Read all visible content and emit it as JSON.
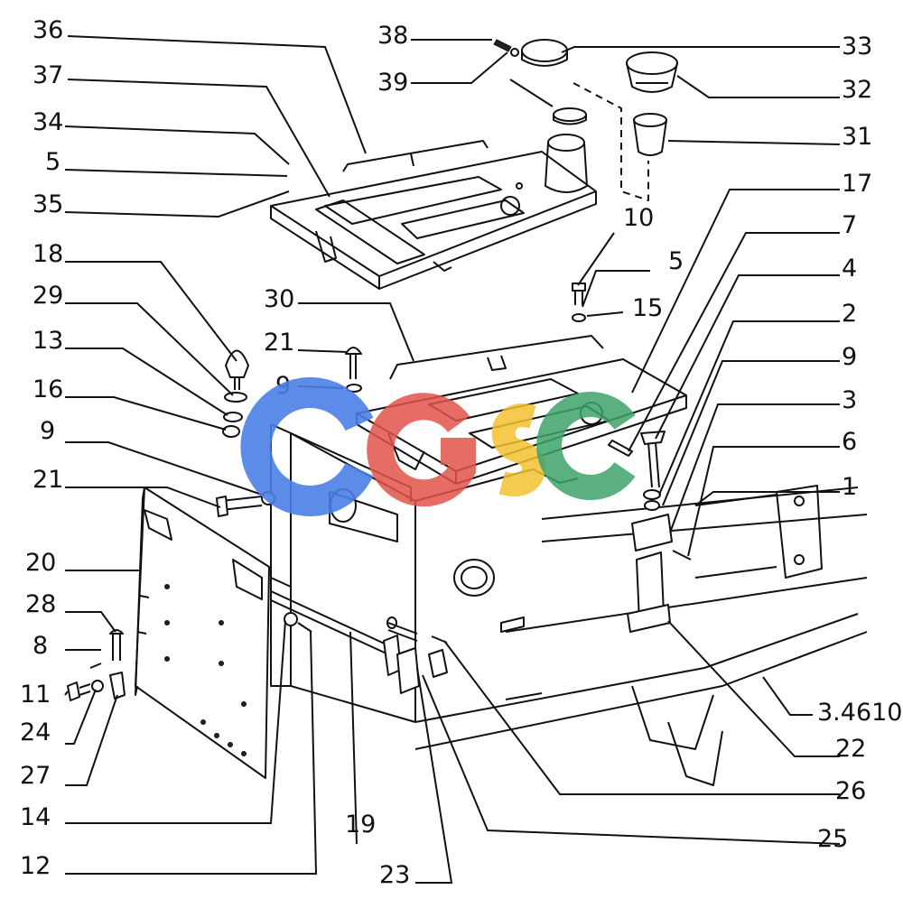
{
  "diagram": {
    "title": "",
    "figure_ref": "3.4610",
    "callouts": [
      {
        "id": "36",
        "label": "36"
      },
      {
        "id": "37",
        "label": "37"
      },
      {
        "id": "34",
        "label": "34"
      },
      {
        "id": "5a",
        "label": "5"
      },
      {
        "id": "35",
        "label": "35"
      },
      {
        "id": "18",
        "label": "18"
      },
      {
        "id": "29",
        "label": "29"
      },
      {
        "id": "13",
        "label": "13"
      },
      {
        "id": "16",
        "label": "16"
      },
      {
        "id": "9a",
        "label": "9"
      },
      {
        "id": "21a",
        "label": "21"
      },
      {
        "id": "20",
        "label": "20"
      },
      {
        "id": "28",
        "label": "28"
      },
      {
        "id": "8",
        "label": "8"
      },
      {
        "id": "11",
        "label": "11"
      },
      {
        "id": "24",
        "label": "24"
      },
      {
        "id": "27",
        "label": "27"
      },
      {
        "id": "14",
        "label": "14"
      },
      {
        "id": "12",
        "label": "12"
      },
      {
        "id": "38",
        "label": "38"
      },
      {
        "id": "39",
        "label": "39"
      },
      {
        "id": "30",
        "label": "30"
      },
      {
        "id": "21b",
        "label": "21"
      },
      {
        "id": "9b",
        "label": "9"
      },
      {
        "id": "19",
        "label": "19"
      },
      {
        "id": "23",
        "label": "23"
      },
      {
        "id": "33",
        "label": "33"
      },
      {
        "id": "32",
        "label": "32"
      },
      {
        "id": "31",
        "label": "31"
      },
      {
        "id": "17",
        "label": "17"
      },
      {
        "id": "10",
        "label": "10"
      },
      {
        "id": "7",
        "label": "7"
      },
      {
        "id": "5b",
        "label": "5"
      },
      {
        "id": "4",
        "label": "4"
      },
      {
        "id": "15",
        "label": "15"
      },
      {
        "id": "2",
        "label": "2"
      },
      {
        "id": "9c",
        "label": "9"
      },
      {
        "id": "3",
        "label": "3"
      },
      {
        "id": "6",
        "label": "6"
      },
      {
        "id": "1",
        "label": "1"
      },
      {
        "id": "ref",
        "label": "3.4610"
      },
      {
        "id": "22",
        "label": "22"
      },
      {
        "id": "26",
        "label": "26"
      },
      {
        "id": "25",
        "label": "25"
      }
    ]
  },
  "watermark": {
    "text": "CGSC",
    "colors": {
      "blue": "#4a7fe6",
      "red": "#e2544a",
      "yellow": "#f2c230",
      "green": "#3ea26a"
    }
  }
}
